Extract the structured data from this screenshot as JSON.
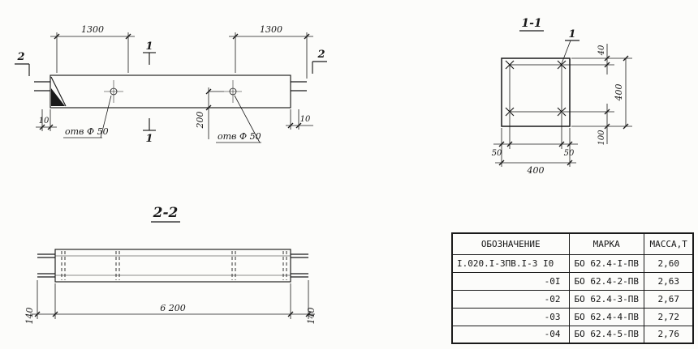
{
  "colors": {
    "ink": "#1a1a1a",
    "background": "#fcfcfa"
  },
  "side_view": {
    "dim_span_left": "1300",
    "dim_span_right": "1300",
    "section_mark_2_left": "2",
    "section_mark_2_right": "2",
    "section_mark_1_top": "1",
    "section_mark_1_bottom": "1",
    "dim_offset_left": "10",
    "dim_offset_right": "10",
    "dim_hole_height": "200",
    "hole_label_left": "отв Ф 50",
    "hole_label_right": "отв Ф 50"
  },
  "section_1_1": {
    "title": "1-1",
    "rebar_mark": "1",
    "dim_top_cover": "40",
    "dim_height": "400",
    "dim_bottom_cover": "100",
    "dim_bar_offset_left": "50",
    "dim_bar_offset_right": "50",
    "dim_width": "400"
  },
  "section_2_2": {
    "title": "2-2",
    "dim_end_left": "140",
    "dim_length": "6 200",
    "dim_end_right": "140"
  },
  "table": {
    "headers": [
      "ОБОЗНАЧЕНИЕ",
      "МАРКА",
      "МАССА,Т"
    ],
    "rows": [
      [
        "I.020.I-3ПВ.I-3 I0",
        "БО 62.4-I-ПВ",
        "2,60"
      ],
      [
        "-0I",
        "БО 62.4-2-ПВ",
        "2,63"
      ],
      [
        "-02",
        "БО 62.4-3-ПВ",
        "2,67"
      ],
      [
        "-03",
        "БО 62.4-4-ПВ",
        "2,72"
      ],
      [
        "-04",
        "БО 62.4-5-ПВ",
        "2,76"
      ]
    ]
  }
}
